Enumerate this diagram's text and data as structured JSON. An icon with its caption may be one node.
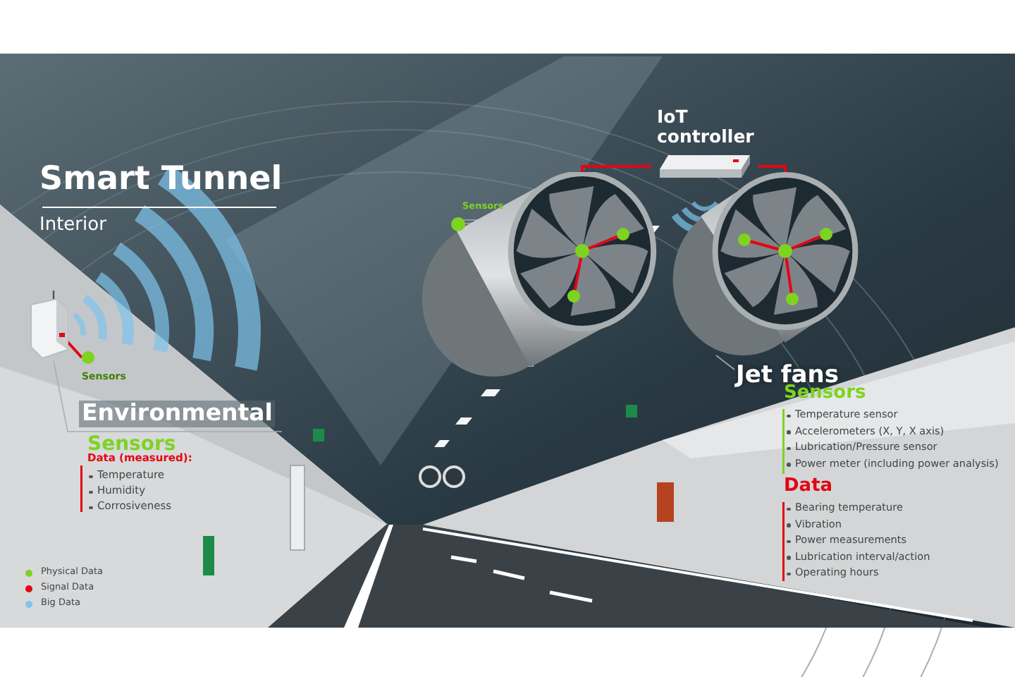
{
  "diagram": {
    "title": "Smart Tunnel",
    "nodes": [
      {
        "text": [
          "IoT controller"
        ]
      },
      {
        "text": [],
        "shape": "picture"
      },
      {
        "text": [],
        "shape": "picture"
      },
      {
        "text": [],
        "shape": "circle",
        "in": 1
      },
      {
        "text": [
          "Sensors"
        ]
      },
      {
        "text": [
          "Jet fans"
        ]
      },
      {
        "text": [],
        "shape": "picture"
      },
      {
        "text": [],
        "shape": "circle",
        "beside": [
          "Sensors"
        ]
      }
    ],
    "edges": [
      {
        "from": 0,
        "to": 1,
        "arrow": "none"
      },
      {
        "from": 0,
        "to": 2,
        "arrow": "none"
      },
      {
        "from": 4,
        "to": 3,
        "arrow": "none",
        "color": "#a3adb3"
      },
      {
        "from": 5,
        "to": 2,
        "arrow": "none",
        "color": "#a3adb3"
      },
      {
        "from": 6,
        "to": 7,
        "arrow": "none"
      }
    ],
    "labels": [
      "Interior",
      "Environmental",
      "Sensors",
      "Data (measured):",
      "Temperature",
      "Humidity",
      "Corrosiveness",
      "Sensors",
      "Temperature sensor",
      "Accelerometers (X, Y, X axis)",
      "Lubrication/Pressure sensor",
      "Power meter (including power analysis)",
      "Data",
      "Bearing temperature",
      "Vibration",
      "Power measurements",
      "Lubrication interval/action",
      "Operating hours"
    ],
    "legend": [
      {
        "text": "Physical Data",
        "color": "#7ed321"
      },
      {
        "text": "Signal Data",
        "color": "#e30613"
      },
      {
        "text": "Big Data",
        "color": "#7fc4ec"
      }
    ]
  }
}
